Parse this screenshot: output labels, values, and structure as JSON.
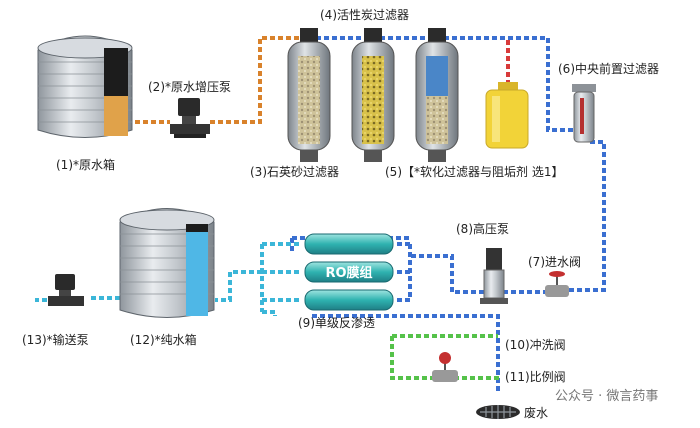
{
  "colors": {
    "raw_pipe": "#d9822b",
    "filter_pipe": "#3a6fd1",
    "dosing_pipe": "#d83a3a",
    "product_pipe": "#3bb6d8",
    "flush_pipe": "#55c24a",
    "quartz_media": "#d8c99a",
    "carbon_media": "#d8c34a",
    "softener_media": "#4a86c8",
    "tank_body": "#c9ced4",
    "raw_level": "#e0a24a",
    "pure_level": "#4fb7e6",
    "dosing_tank": "#f2d338"
  },
  "labels": {
    "raw_tank": "(1)*原水箱",
    "booster_pump": "(2)*原水增压泵",
    "quartz_filter": "(3)石英砂过滤器",
    "carbon_filter": "(4)活性炭过滤器",
    "softener": "(5)【*软化过滤器与阻垢剂 选1】",
    "precision_filter": "(6)中央前置过滤器",
    "inlet_valve": "(7)进水阀",
    "high_pressure_pump": "(8)高压泵",
    "ro_stage": "(9)单级反渗透",
    "ro_module": "RO膜组",
    "flush_valve": "(10)冲洗阀",
    "ratio_valve": "(11)比例阀",
    "pure_tank": "(12)*纯水箱",
    "delivery_pump": "(13)*输送泵",
    "waste": "废水"
  },
  "watermark": "公众号 · 微言药事"
}
